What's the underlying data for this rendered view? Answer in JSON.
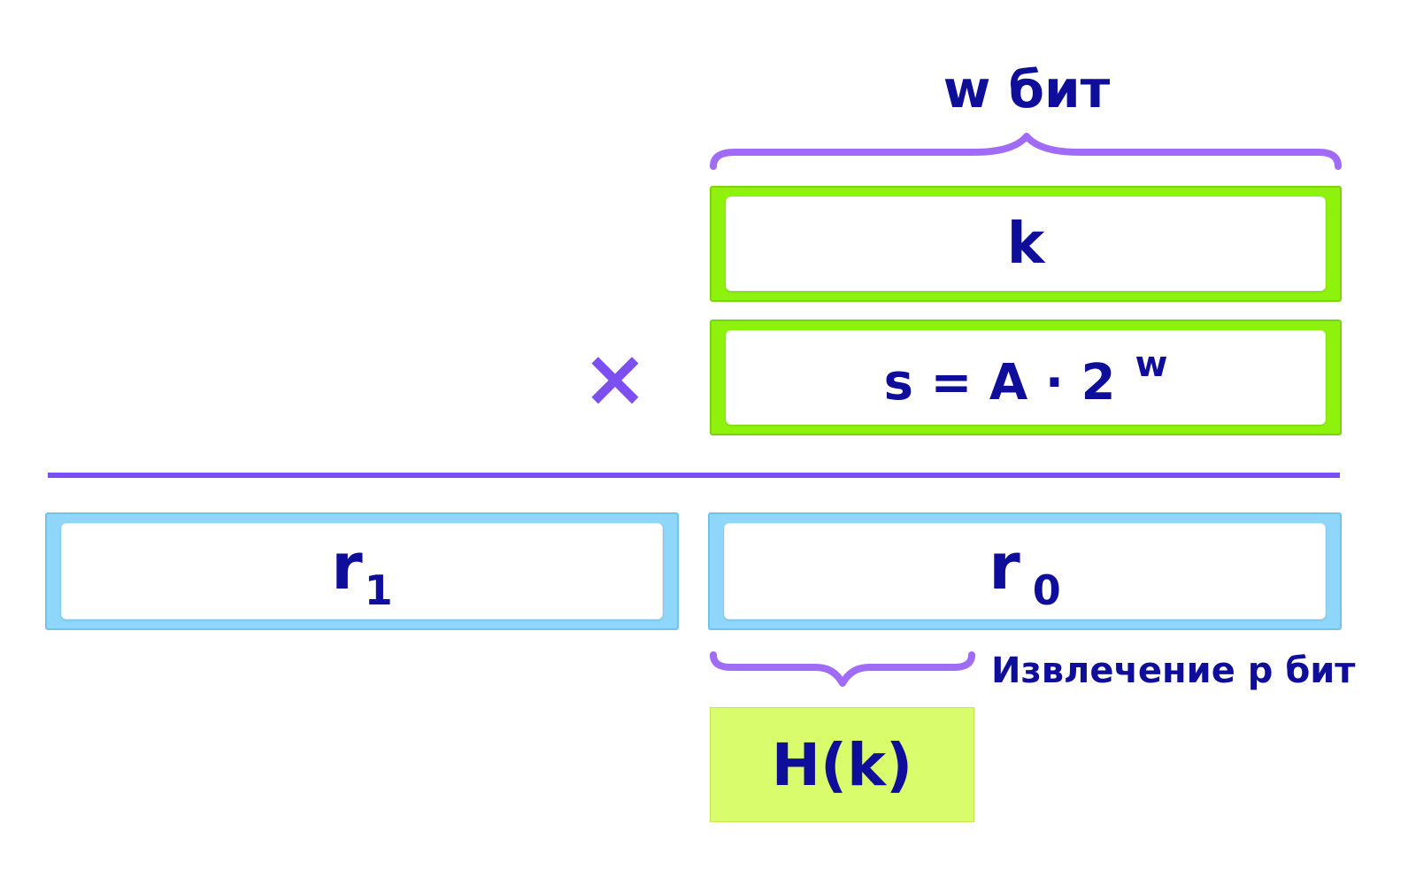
{
  "header": {
    "w_bits_label": "w бит"
  },
  "cells": {
    "k": "k",
    "s": {
      "base": "s = A · 2",
      "exp": "w"
    },
    "r1": {
      "base": "r",
      "sub": "1"
    },
    "r0": {
      "base": "r",
      "sub": "0"
    },
    "hash": "H(k)"
  },
  "operator": "×",
  "extract_label": "Извлечение p бит",
  "colors": {
    "text": "#0e0e9a",
    "brace": "#a06cf7",
    "operator": "#7b4ff0",
    "divider": "#7b4ff0",
    "green_box": "#8ef20c",
    "blue_box": "#8ed7fb",
    "hash_box": "#d9fc6c"
  }
}
